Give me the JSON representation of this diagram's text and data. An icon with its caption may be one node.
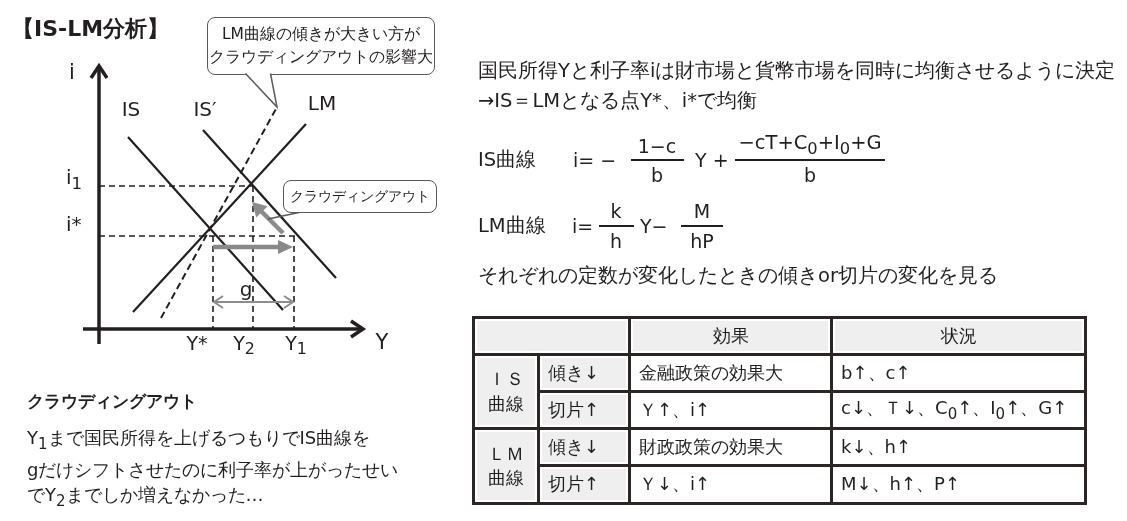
{
  "diagram": {
    "title": "【IS-LM分析】",
    "nodes": [
      {
        "text": [
          "LM曲線の傾きが大きい方がクラウディングアウトの影響大"
        ]
      },
      {
        "text": [],
        "shape": "line"
      },
      {
        "text": [
          "クラウディングアウト"
        ]
      },
      {
        "text": [],
        "shape": "arrow"
      }
    ],
    "edges": [
      {
        "from": 0,
        "to": 1,
        "arrow": "to"
      },
      {
        "from": 2,
        "to": 3,
        "arrow": "none"
      }
    ],
    "labels": [
      "i",
      "IS",
      "IS′",
      "LM",
      "i$_{1}$",
      "i*",
      "g",
      "Y*",
      "Y$_{2}$",
      "Y$_{1}$",
      "Y",
      "クラウディングアウト",
      "Y$_{1}$まで国民所得を上げるつもりでIS曲線をgだけシフトさせたのに利子率が上がったせいでY$_{2}$までしか増えなかった…",
      "国民所得Yと利子率iは財市場と貨幣市場を同時に均衡させるように決定",
      "→IS＝LMとなる点Y*、i*で均衡",
      "IS曲線",
      "i= −",
      "1−c",
      "b",
      "Y +",
      "−cT+C$_{0}$+I$_{0}$+G",
      "b",
      "LM曲線",
      "i=",
      "k",
      "h",
      "Y−",
      "M",
      "hP",
      "それぞれの定数が変化したときの傾きor切片の変化を見る",
      "効果",
      "状況",
      "ＩＳ曲線",
      "傾き↓",
      "金融政策の効果大",
      "b↑、c↑",
      "切片↑",
      "Ｙ↑、i↑",
      "c↓、Ｔ↓、C$_{0}$↑、I$_{0}$↑、G↑",
      "ＬＭ曲線",
      "傾き↓",
      "財政政策の効果大",
      "k↓、h↑",
      "切片↑",
      "Ｙ↓、i↑",
      "M↓、h↑、P↑"
    ]
  }
}
